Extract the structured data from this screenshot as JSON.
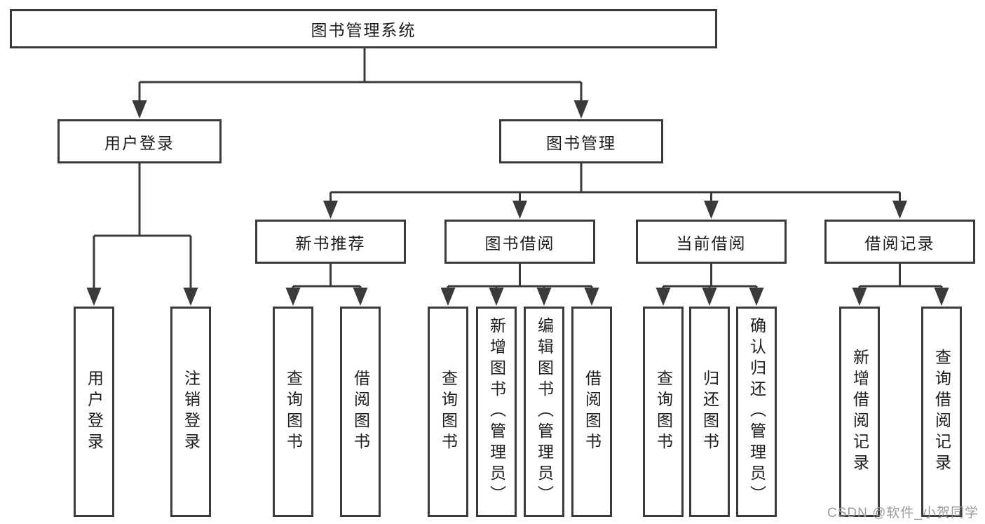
{
  "watermark": "CSDN @软件_小贺同学",
  "tree": {
    "root": {
      "label": "图书管理系统"
    },
    "branches": [
      {
        "label": "用户登录",
        "children": [
          {
            "label": "用户登录"
          },
          {
            "label": "注销登录"
          }
        ]
      },
      {
        "label": "图书管理",
        "children": [
          {
            "label": "新书推荐",
            "children": [
              {
                "label": "查询图书"
              },
              {
                "label": "借阅图书"
              }
            ]
          },
          {
            "label": "图书借阅",
            "children": [
              {
                "label": "查询图书"
              },
              {
                "label": "新增图书（管理员）"
              },
              {
                "label": "编辑图书（管理员）"
              },
              {
                "label": "借阅图书"
              }
            ]
          },
          {
            "label": "当前借阅",
            "children": [
              {
                "label": "查询图书"
              },
              {
                "label": "归还图书"
              },
              {
                "label": "确认归还（管理员）"
              }
            ]
          },
          {
            "label": "借阅记录",
            "children": [
              {
                "label": "新增借阅记录"
              },
              {
                "label": "查询借阅记录"
              }
            ]
          }
        ]
      }
    ]
  }
}
